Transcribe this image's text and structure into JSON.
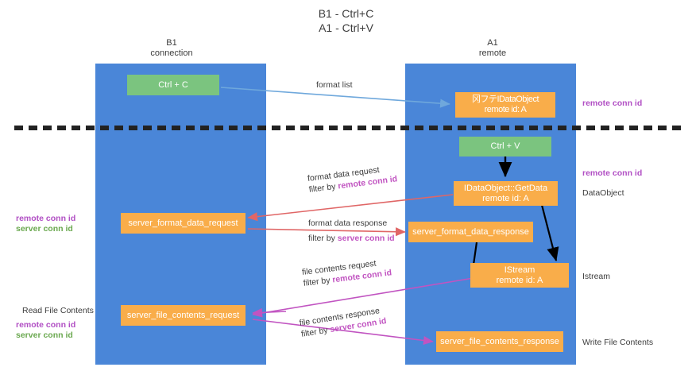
{
  "title": {
    "line1": "B1 - Ctrl+C",
    "line2": "A1 - Ctrl+V"
  },
  "lanes": [
    {
      "id": "b1",
      "name": "B1",
      "role": "connection"
    },
    {
      "id": "a1",
      "name": "A1",
      "role": "remote"
    }
  ],
  "colors": {
    "lane": "#4a86d8",
    "node_orange": "#f9ad4a",
    "node_green": "#7bc47f",
    "remote_conn_id": "#b14fc4",
    "server_conn_id": "#6aa84f",
    "arrow_blue": "#6fa8dc",
    "arrow_red": "#e06666",
    "arrow_magenta": "#c154c1",
    "arrow_black": "#000000",
    "divider": "#222222"
  },
  "nodes": [
    {
      "id": "ctrl-c",
      "kind": "green",
      "line1": "Ctrl + C",
      "line2": ""
    },
    {
      "id": "idataobject",
      "kind": "orange",
      "line1": "冈フテIDataObject",
      "line2": "remote id: A"
    },
    {
      "id": "ctrl-v",
      "kind": "green",
      "line1": "Ctrl + V",
      "line2": ""
    },
    {
      "id": "getdata",
      "kind": "orange",
      "line1": "IDataObject::GetData",
      "line2": "remote id: A"
    },
    {
      "id": "server-format-data-request",
      "kind": "orange",
      "line1": "server_format_data_request",
      "line2": ""
    },
    {
      "id": "server-format-data-response",
      "kind": "orange",
      "line1": "server_format_data_response",
      "line2": ""
    },
    {
      "id": "istream",
      "kind": "orange",
      "line1": "IStream",
      "line2": "remote id: A"
    },
    {
      "id": "server-file-contents-request",
      "kind": "orange",
      "line1": "server_file_contents_request",
      "line2": ""
    },
    {
      "id": "server-file-contents-response",
      "kind": "orange",
      "line1": "server_file_contents_response",
      "line2": ""
    }
  ],
  "edge_labels": {
    "format_list": "format list",
    "format_data_request": "format data request",
    "format_data_request_filter_pre": "filter by ",
    "format_data_request_filter_key": "remote conn id",
    "format_data_response": "format data response",
    "format_data_response_filter_pre": "filter by ",
    "format_data_response_filter_key": "server conn id",
    "file_contents_request": "file contents request",
    "file_contents_request_filter_pre": "filter by ",
    "file_contents_request_filter_key": "remote conn id",
    "file_contents_response": "file contents response",
    "file_contents_response_filter_pre": "filter by ",
    "file_contents_response_filter_key": "server conn id"
  },
  "right_labels": {
    "remote_conn_id_top": "remote conn id",
    "remote_conn_id_mid": "remote conn id",
    "data_object": "DataObject",
    "istream": "Istream",
    "write_file_contents": "Write File Contents"
  },
  "left_labels": {
    "remote_conn_id_a": "remote conn id",
    "server_conn_id_a": "server conn id",
    "read_file_contents": "Read File Contents",
    "remote_conn_id_b": "remote conn id",
    "server_conn_id_b": "server conn id"
  }
}
